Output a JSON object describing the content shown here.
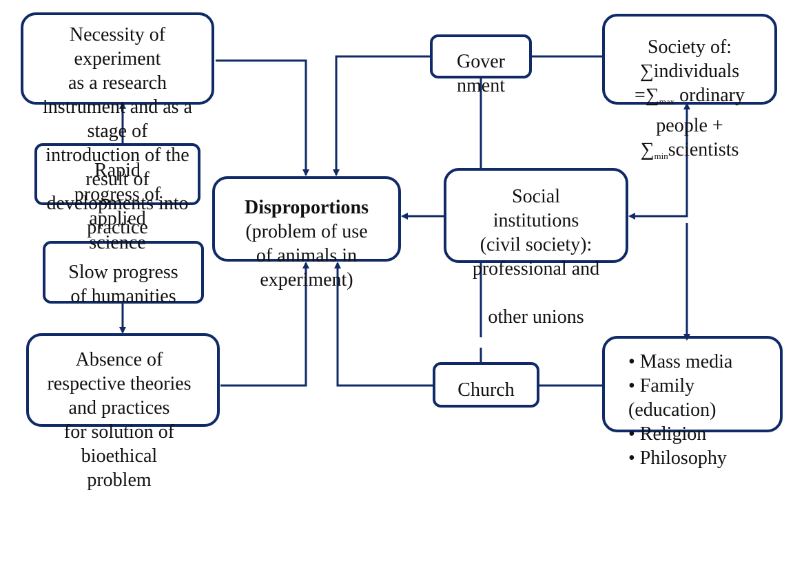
{
  "nodes": {
    "necessity": {
      "lines": [
        "Necessity of",
        "experiment",
        "as a research",
        "instrument and as a",
        "stage of",
        "introduction of the",
        "result of",
        "developments into",
        "practice"
      ]
    },
    "rapid": {
      "lines": [
        "Rapid",
        "progress of",
        "applied",
        "science"
      ]
    },
    "slow": {
      "lines": [
        "Slow progress",
        "of humanities"
      ]
    },
    "absence": {
      "lines": [
        "Absence of",
        "respective theories",
        "and practices",
        "for solution of",
        "bioethical",
        "problem"
      ]
    },
    "disproportions": {
      "title": "Disproportions",
      "lines": [
        "(problem of use",
        "of animals in",
        "experiment)"
      ]
    },
    "government": {
      "lines": [
        "Gover",
        "nment"
      ]
    },
    "society": {
      "line1": "Society of:",
      "line2": "∑individuals",
      "line3_prefix": "=∑",
      "line3_sub": "max",
      "line3_rest": " ordinary",
      "line4": "people +",
      "line5_prefix": "∑",
      "line5_sub": "min",
      "line5_rest": "scientists"
    },
    "social": {
      "lines": [
        "Social",
        "institutions",
        "(civil society):",
        "professional and",
        "",
        "other unions"
      ]
    },
    "church": {
      "label": "Church"
    },
    "list": {
      "items": [
        "• Mass media",
        "• Family",
        "(education)",
        "• Religion",
        "• Philosophy"
      ]
    }
  },
  "colors": {
    "line": "#0f2a66",
    "text": "#111111",
    "background": "#ffffff"
  }
}
